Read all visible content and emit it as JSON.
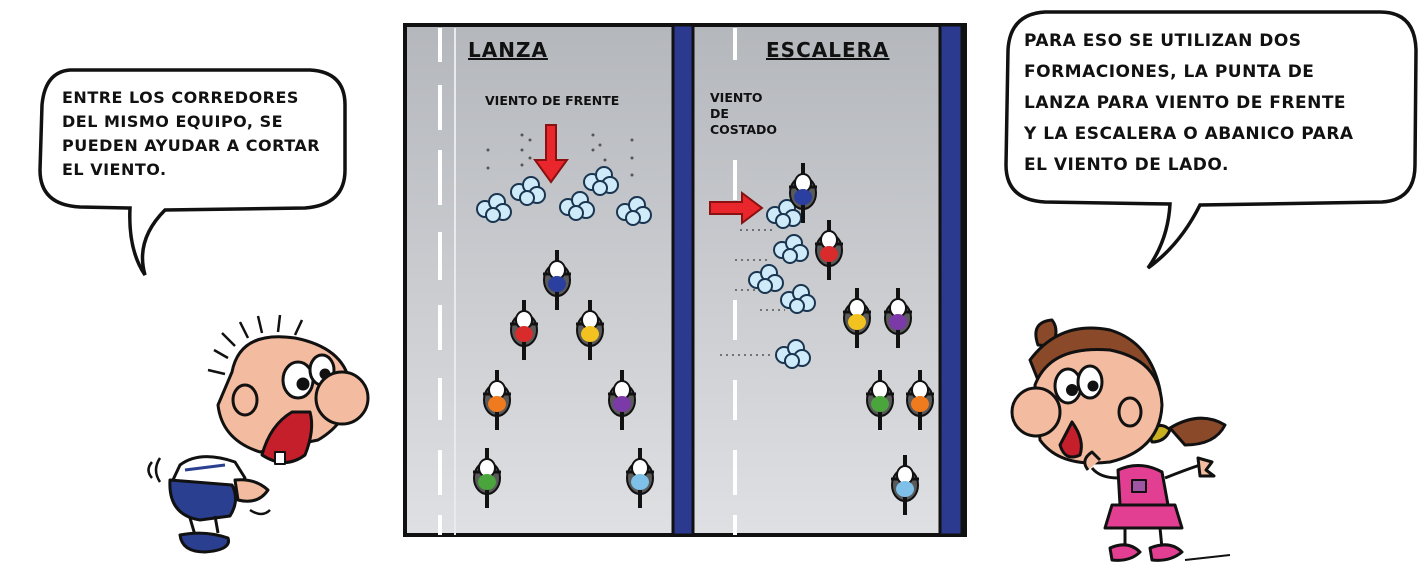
{
  "bubbles": {
    "left": "Entre los corredores\ndel mismo equipo, se\npueden ayudar a cortar\nel viento.",
    "right": "Para eso se utilizan dos\nformaciones, la punta de\nlanza para viento de frente\ny la Escalera o abanico para\nel viento de lado."
  },
  "panels": {
    "lanza": {
      "title": "LANZA",
      "wind_label": "VIENTO DE FRENTE"
    },
    "escalera": {
      "title": "ESCALERA",
      "wind_label": "VIENTO\nDE\nCOSTADO"
    }
  },
  "colors": {
    "road": "#c4c6ca",
    "divider_blue": "#2b3a8f",
    "wind_arrow": "#e8262b",
    "skin": "#f3bca0",
    "girl_hair": "#8a4a2a",
    "girl_shirt": "#e23f92",
    "boy_pants": "#2a3f8f"
  },
  "riders": {
    "lanza": [
      "blue",
      "red",
      "yellow",
      "orange",
      "purple",
      "green",
      "light-blue"
    ],
    "escalera": [
      "blue",
      "red",
      "yellow",
      "purple",
      "green",
      "orange",
      "light-blue"
    ]
  }
}
